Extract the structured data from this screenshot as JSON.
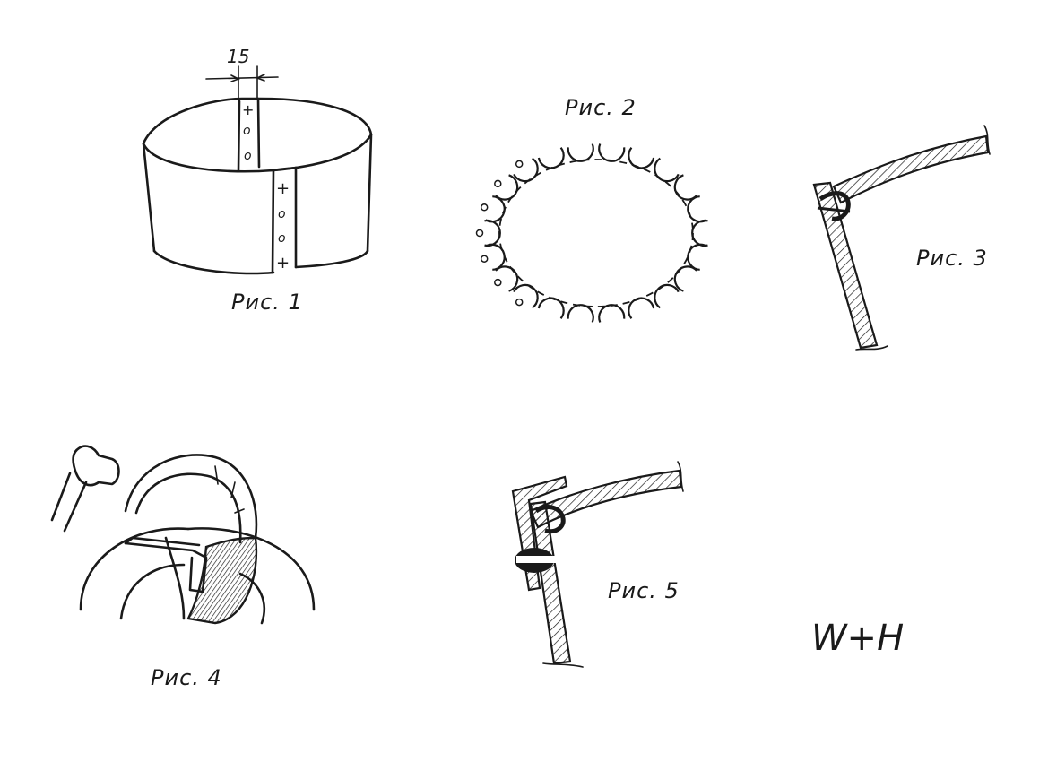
{
  "figures": {
    "fig1": {
      "caption": "Рис. 1",
      "dimension": "15",
      "marks": [
        "+",
        "o",
        "o",
        "+",
        "o",
        "o",
        "+"
      ]
    },
    "fig2": {
      "caption": "Рис. 2"
    },
    "fig3": {
      "caption": "Рис. 3"
    },
    "fig4": {
      "caption": "Рис. 4"
    },
    "fig5": {
      "caption": "Рис. 5"
    }
  },
  "signature": "W+H",
  "colors": {
    "ink": "#1a1a1a",
    "paper": "#ffffff"
  }
}
